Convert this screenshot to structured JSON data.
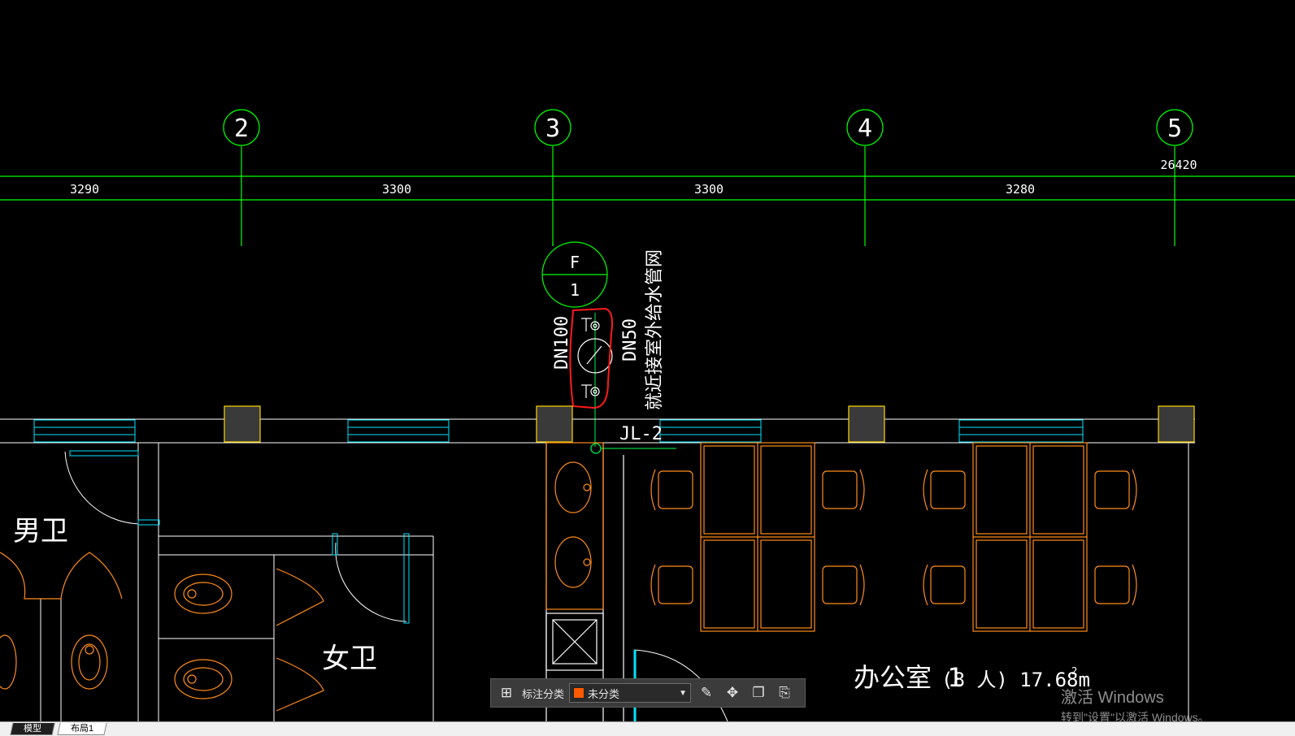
{
  "grid": {
    "axes": [
      "2",
      "3",
      "4",
      "5"
    ],
    "spacings": [
      "3290",
      "3300",
      "3300",
      "3280"
    ],
    "total": "26420",
    "row_axis": "F",
    "row_sub": "1"
  },
  "labels": {
    "pipe_dn100": "DN100",
    "pipe_dn50": "DN50",
    "connect_note": "就近接室外给水管网",
    "riser": "JL-2",
    "mens_room": "男卫",
    "womens_room": "女卫",
    "office_name": "办公室 1",
    "office_detail": "(8 人) 17.68m",
    "office_sup": "2"
  },
  "toolbar": {
    "category_label": "标注分类",
    "category_value": "未分类",
    "category_color": "#ff5a00"
  },
  "tabs": {
    "model": "模型",
    "layout": "布局1"
  },
  "watermark": {
    "line1": "激活 Windows",
    "line2": "转到\"设置\"以激活 Windows。"
  },
  "colors": {
    "axis": "#00ff00",
    "wall": "#ffffff",
    "window": "#00e5ff",
    "furniture": "#ff8c1a",
    "column": "#ffd700",
    "markup": "#ff1a1a",
    "pipe": "#00cc44"
  }
}
